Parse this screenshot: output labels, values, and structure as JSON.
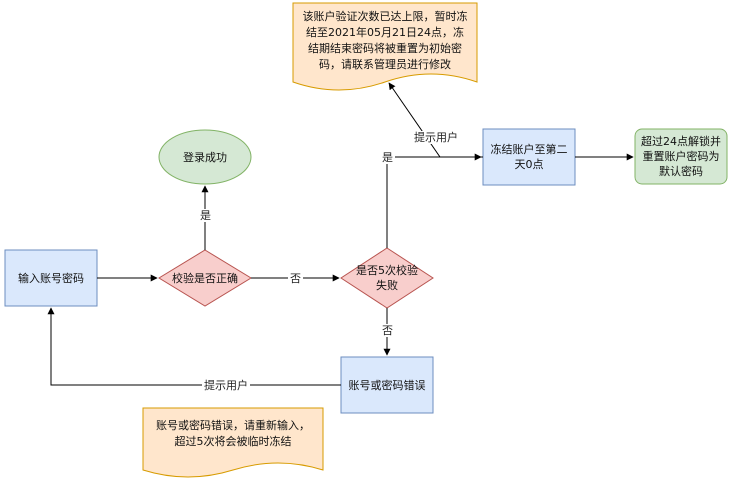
{
  "nodes": {
    "input": "输入账号密码",
    "check": "校验是否正确",
    "success": "登录成功",
    "five_fail": "是否5次校验失败",
    "freeze": "冻结账户至第二天0点",
    "unlock": "超过24点解锁并重置账户密码为默认密码",
    "error": "账号或密码错误"
  },
  "notes": {
    "top": "该账户验证次数已达上限，暂时冻结至2021年05月21日24点，冻结期结束密码将被重置为初始密码，请联系管理员进行修改",
    "bottom": "账号或密码错误，请重新输入，超过5次将会被临时冻结"
  },
  "edges": {
    "yes_to_success": "是",
    "no_to_five": "否",
    "yes_to_freeze": "是",
    "no_to_error": "否",
    "prompt_user_top": "提示用户",
    "prompt_user_bottom": "提示用户"
  },
  "colors": {
    "blue_fill": "#dae8fc",
    "blue_stroke": "#6c8ebf",
    "red_fill": "#f8cecc",
    "red_stroke": "#b85450",
    "green_fill": "#d5e8d4",
    "green_stroke": "#82b366",
    "orange_fill": "#ffe6cc",
    "orange_stroke": "#d79b00"
  }
}
